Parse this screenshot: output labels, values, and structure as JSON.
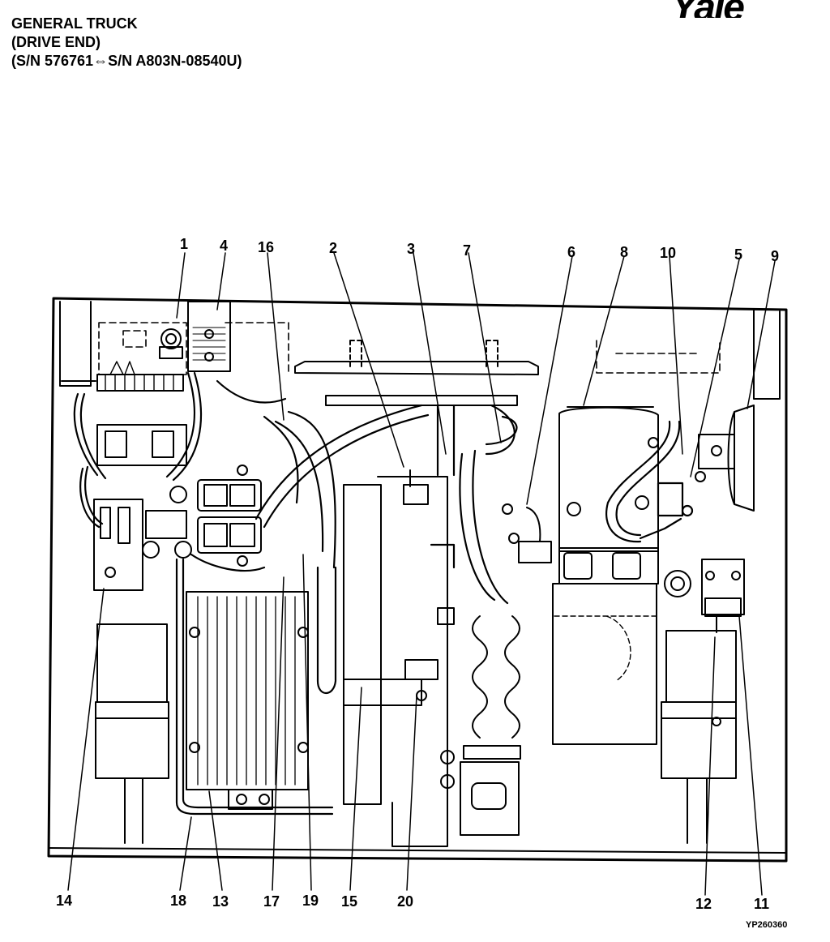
{
  "header": {
    "line1": "GENERAL TRUCK",
    "line2": "(DRIVE END)",
    "line3": "(S/N 576761⇔S/N A803N-08540U)"
  },
  "logo": {
    "text": "Yale"
  },
  "figure_code": "YP260360",
  "callouts": {
    "top": [
      "1",
      "4",
      "16",
      "2",
      "3",
      "7",
      "6",
      "8",
      "10",
      "5",
      "9"
    ],
    "bottom": [
      "14",
      "18",
      "13",
      "17",
      "19",
      "15",
      "20",
      "12",
      "11"
    ]
  }
}
